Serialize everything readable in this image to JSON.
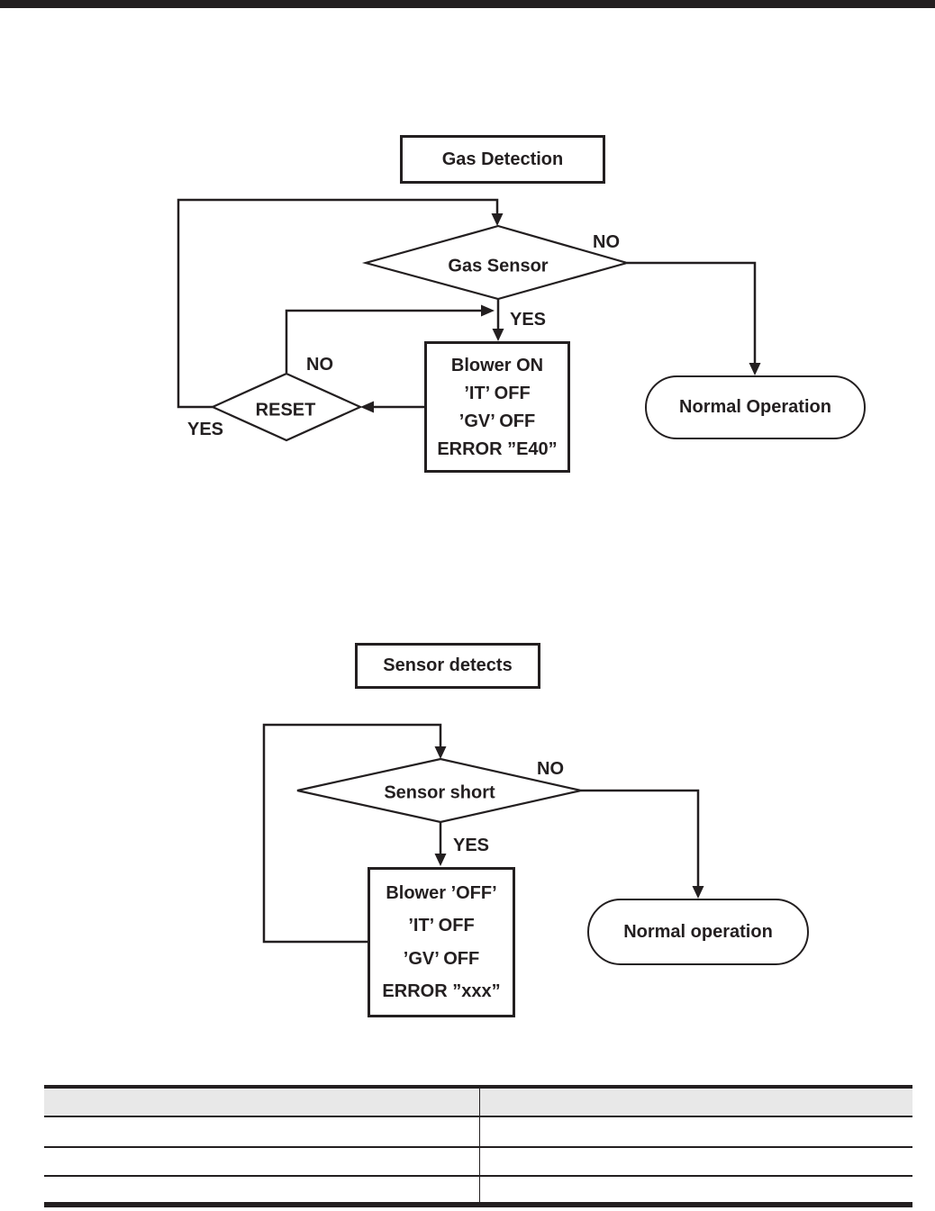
{
  "page": {
    "top_bar_color": "#231f20",
    "line_color": "#231f20"
  },
  "flowchart1": {
    "title": "Gas Detection",
    "decision_gas_sensor": {
      "label": "Gas Sensor",
      "no_label": "NO",
      "yes_label": "YES"
    },
    "process": {
      "line1": "Blower ON",
      "line2": "’IT’ OFF",
      "line3": "’GV’ OFF",
      "line4": "ERROR ”E40”"
    },
    "decision_reset": {
      "label": "RESET",
      "no_label": "NO",
      "yes_label": "YES"
    },
    "terminal": {
      "label": "Normal Operation"
    }
  },
  "flowchart2": {
    "title": "Sensor detects",
    "decision_sensor_short": {
      "label": "Sensor short",
      "no_label": "NO",
      "yes_label": "YES"
    },
    "process": {
      "line1": "Blower ’OFF’",
      "line2": "’IT’ OFF",
      "line3": "’GV’ OFF",
      "line4": "ERROR ”xxx”"
    },
    "terminal": {
      "label": "Normal operation"
    }
  },
  "table": {
    "header_bg": "#e8e8e8",
    "border_color": "#231f20",
    "header": [
      "",
      ""
    ],
    "rows": [
      [
        "",
        ""
      ],
      [
        "",
        ""
      ],
      [
        "",
        ""
      ]
    ]
  }
}
